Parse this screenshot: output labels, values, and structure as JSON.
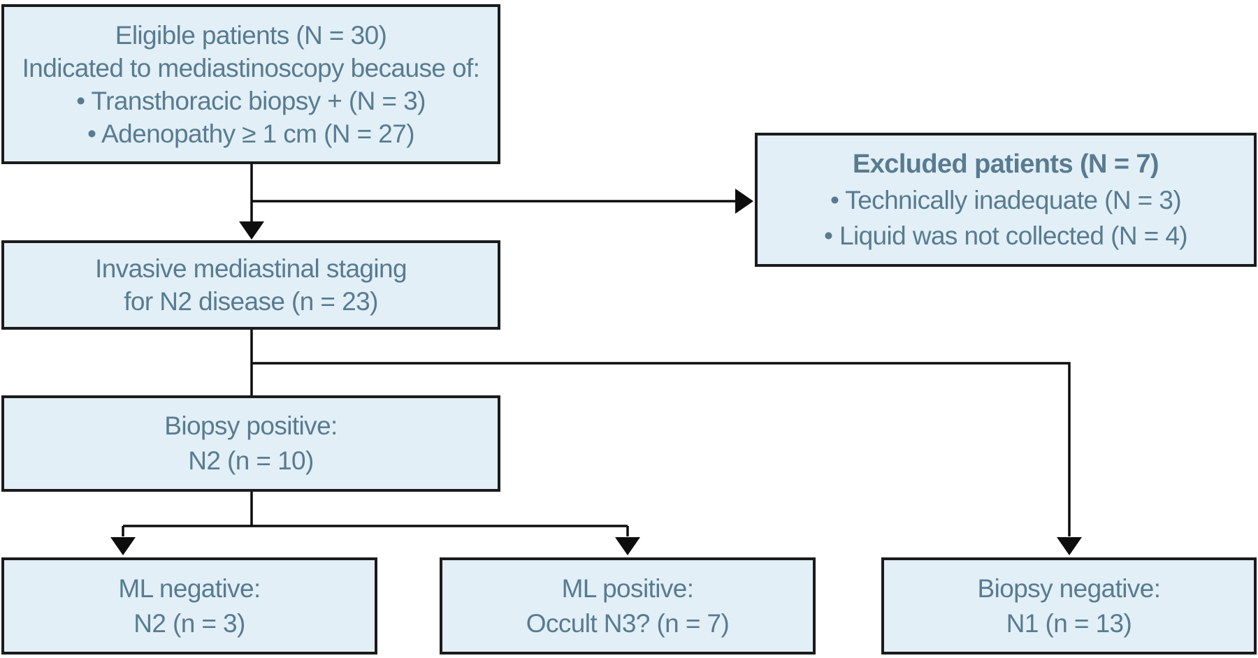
{
  "colors": {
    "box_fill": "#e2eff7",
    "box_border": "#1b1b1b",
    "text_color": "#587b90",
    "line_color": "#0d0d0d",
    "bg": "#ffffff"
  },
  "boxes": {
    "eligible": {
      "lines": [
        "Eligible patients (N = 30)",
        "Indicated to mediastinoscopy because of:",
        "• Transthoracic biopsy + (N = 3)",
        "• Adenopathy ≥ 1 cm (N = 27)"
      ]
    },
    "excluded": {
      "title": "Excluded patients (N = 7)",
      "lines": [
        "• Technically inadequate (N = 3)",
        "• Liquid was not collected (N = 4)"
      ]
    },
    "staging": {
      "lines": [
        "Invasive mediastinal staging",
        "for N2 disease (n = 23)"
      ]
    },
    "biopsy_positive": {
      "lines": [
        "Biopsy positive:",
        "N2 (n = 10)"
      ]
    },
    "ml_negative": {
      "lines": [
        "ML negative:",
        "N2 (n = 3)"
      ]
    },
    "ml_positive": {
      "lines": [
        "ML positive:",
        "Occult N3? (n = 7)"
      ]
    },
    "biopsy_negative": {
      "lines": [
        "Biopsy negative:",
        "N1 (n = 13)"
      ]
    }
  }
}
